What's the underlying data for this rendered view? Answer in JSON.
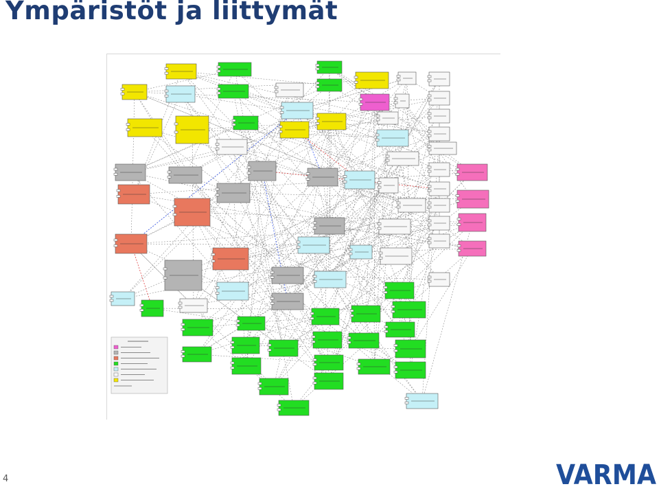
{
  "slide": {
    "title": "Ympäristöt ja liittymät",
    "page_number": "4"
  },
  "logo": {
    "text": "VARMA",
    "color": "#1f4e9a"
  },
  "colors": {
    "title": "#1f3d73",
    "yellow": "#f2e600",
    "green": "#22dd22",
    "cyan": "#c5f0f7",
    "gray": "#b4b4b4",
    "orange": "#e8785e",
    "magenta": "#ee5fcf",
    "pink": "#f56fbb",
    "white": "#f7f7f7"
  }
}
